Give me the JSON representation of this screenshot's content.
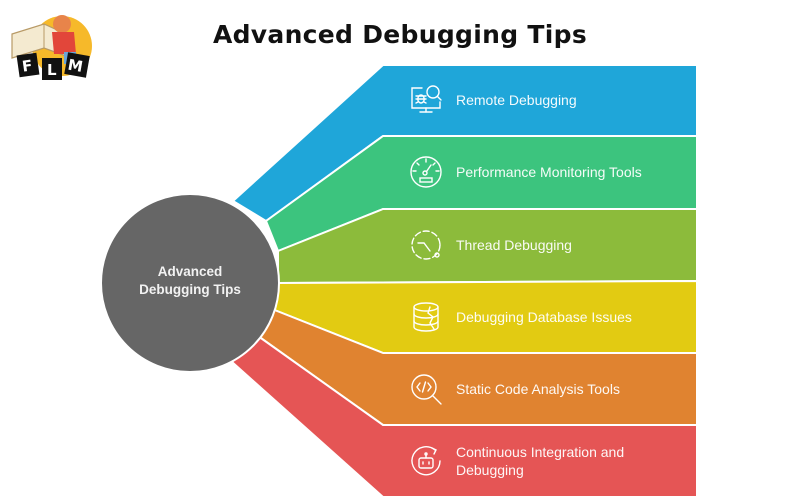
{
  "title": "Advanced Debugging Tips",
  "logo": {
    "letters": [
      "F",
      "L",
      "M"
    ]
  },
  "center": {
    "line1": "Advanced",
    "line2": "Debugging Tips",
    "color": "#666666"
  },
  "items": [
    {
      "label": "Remote Debugging",
      "icon": "remote-debugging-monitor-icon",
      "color": "#1fa6d9"
    },
    {
      "label": "Performance Monitoring Tools",
      "icon": "speedometer-icon",
      "color": "#3cc47e"
    },
    {
      "label": "Thread Debugging",
      "icon": "thread-cycle-icon",
      "color": "#8cbb3b"
    },
    {
      "label": "Debugging Database Issues",
      "icon": "database-broken-icon",
      "color": "#e2cb12"
    },
    {
      "label": "Static Code Analysis Tools",
      "icon": "code-search-icon",
      "color": "#e08330"
    },
    {
      "label": "Continuous Integration and Debugging",
      "icon": "robot-refresh-icon",
      "color": "#e55555"
    }
  ]
}
